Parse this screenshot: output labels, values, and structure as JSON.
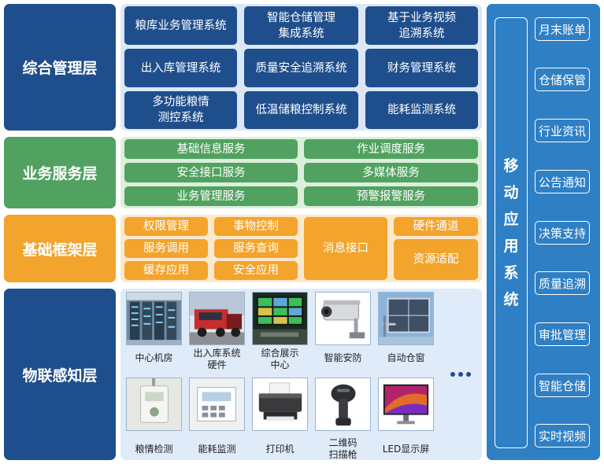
{
  "layers": {
    "management": "综合管理层",
    "business": "业务服务层",
    "framework": "基础框架层",
    "iot": "物联感知层"
  },
  "management_systems": [
    "粮库业务管理系统",
    "智能仓储管理\n集成系统",
    "基于业务视频\n追溯系统",
    "出入库管理系统",
    "质量安全追溯系统",
    "财务管理系统",
    "多功能粮情\n测控系统",
    "低温储粮控制系统",
    "能耗监测系统"
  ],
  "business_services": [
    "基础信息服务",
    "作业调度服务",
    "安全接口服务",
    "多媒体服务",
    "业务管理服务",
    "预警报警服务"
  ],
  "framework_modules": {
    "grid": [
      "权限管理",
      "事物控制",
      "服务调用",
      "服务查询",
      "缓存应用",
      "安全应用"
    ],
    "message_interface": "消息接口",
    "hardware_channel": "硬件通道",
    "resource_adapter": "资源适配"
  },
  "iot_devices": [
    "中心机房",
    "出入库系统\n硬件",
    "综合展示\n中心",
    "智能安防",
    "自动仓窗",
    "粮情检测",
    "能耗监测",
    "打印机",
    "二维码\n扫描枪",
    "LED显示屏"
  ],
  "mobile": {
    "title_chars": [
      "移",
      "动",
      "应",
      "用",
      "系",
      "统"
    ],
    "items": [
      "月末账单",
      "仓储保管",
      "行业资讯",
      "公告通知",
      "决策支持",
      "质量追溯",
      "审批管理",
      "智能仓储",
      "实时视频"
    ]
  },
  "colors": {
    "management": "#1f4e8c",
    "business": "#51a260",
    "framework": "#f3a42c",
    "mobile": "#2f7fc4"
  }
}
